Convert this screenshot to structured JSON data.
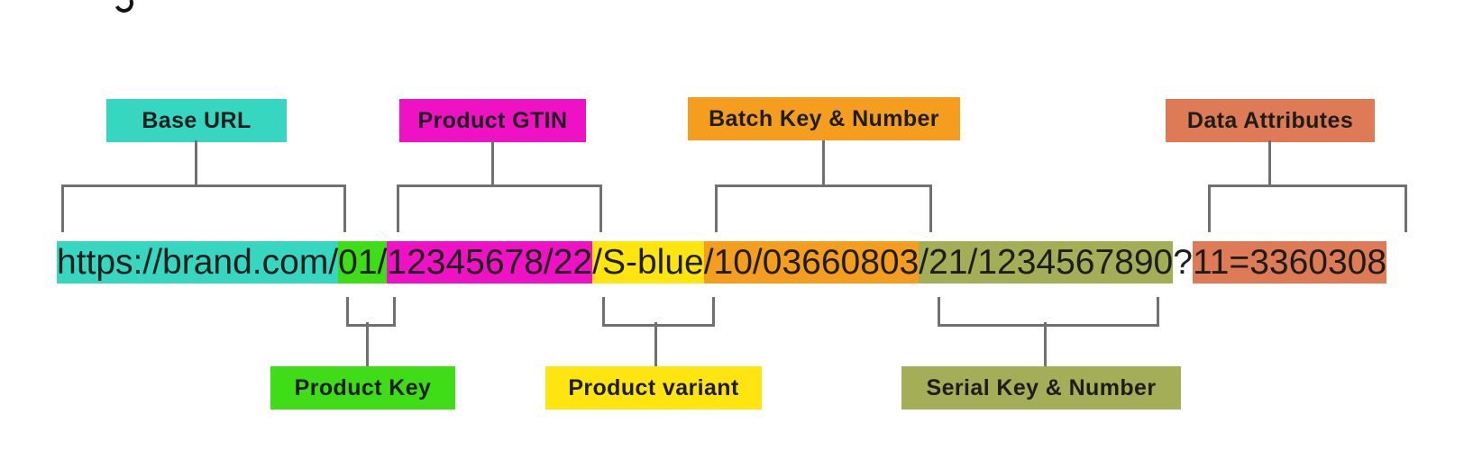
{
  "url": {
    "full": "https://brand.com/01/12345678/22/S-blue/10/03660803/21/1234567890?11=3360308",
    "segments": [
      {
        "name": "Base URL",
        "text": "https://brand.com/",
        "color": "#36d6c1"
      },
      {
        "name": "Product Key",
        "text": "01/",
        "color": "#3edd18"
      },
      {
        "name": "Product GTIN",
        "text": "12345678/22",
        "color": "#ef12c4"
      },
      {
        "name": "Product variant",
        "text": "/S-blue",
        "color": "#ffe50f"
      },
      {
        "name": "Batch Key & Number",
        "text": "/10/03660803",
        "color": "#f49d1e"
      },
      {
        "name": "Serial Key & Number",
        "text": "/21/1234567890",
        "color": "#a3ae57"
      },
      {
        "name": "Query separator",
        "text": "?",
        "color": "transparent"
      },
      {
        "name": "Data Attributes",
        "text": "11=3360308",
        "color": "#de7a55"
      }
    ]
  },
  "labels": {
    "top": [
      {
        "text": "Base URL",
        "color": "#36d6c1"
      },
      {
        "text": "Product GTIN",
        "color": "#ef12c4"
      },
      {
        "text": "Batch Key & Number",
        "color": "#f49d1e"
      },
      {
        "text": "Data Attributes",
        "color": "#de7a55"
      }
    ],
    "bottom": [
      {
        "text": "Product Key",
        "color": "#3edd18"
      },
      {
        "text": "Product variant",
        "color": "#ffe50f"
      },
      {
        "text": "Serial Key & Number",
        "color": "#a3ae57"
      }
    ]
  },
  "colors": {
    "text": "#1d1d1b",
    "connector": "#707070",
    "background": "#ffffff"
  }
}
